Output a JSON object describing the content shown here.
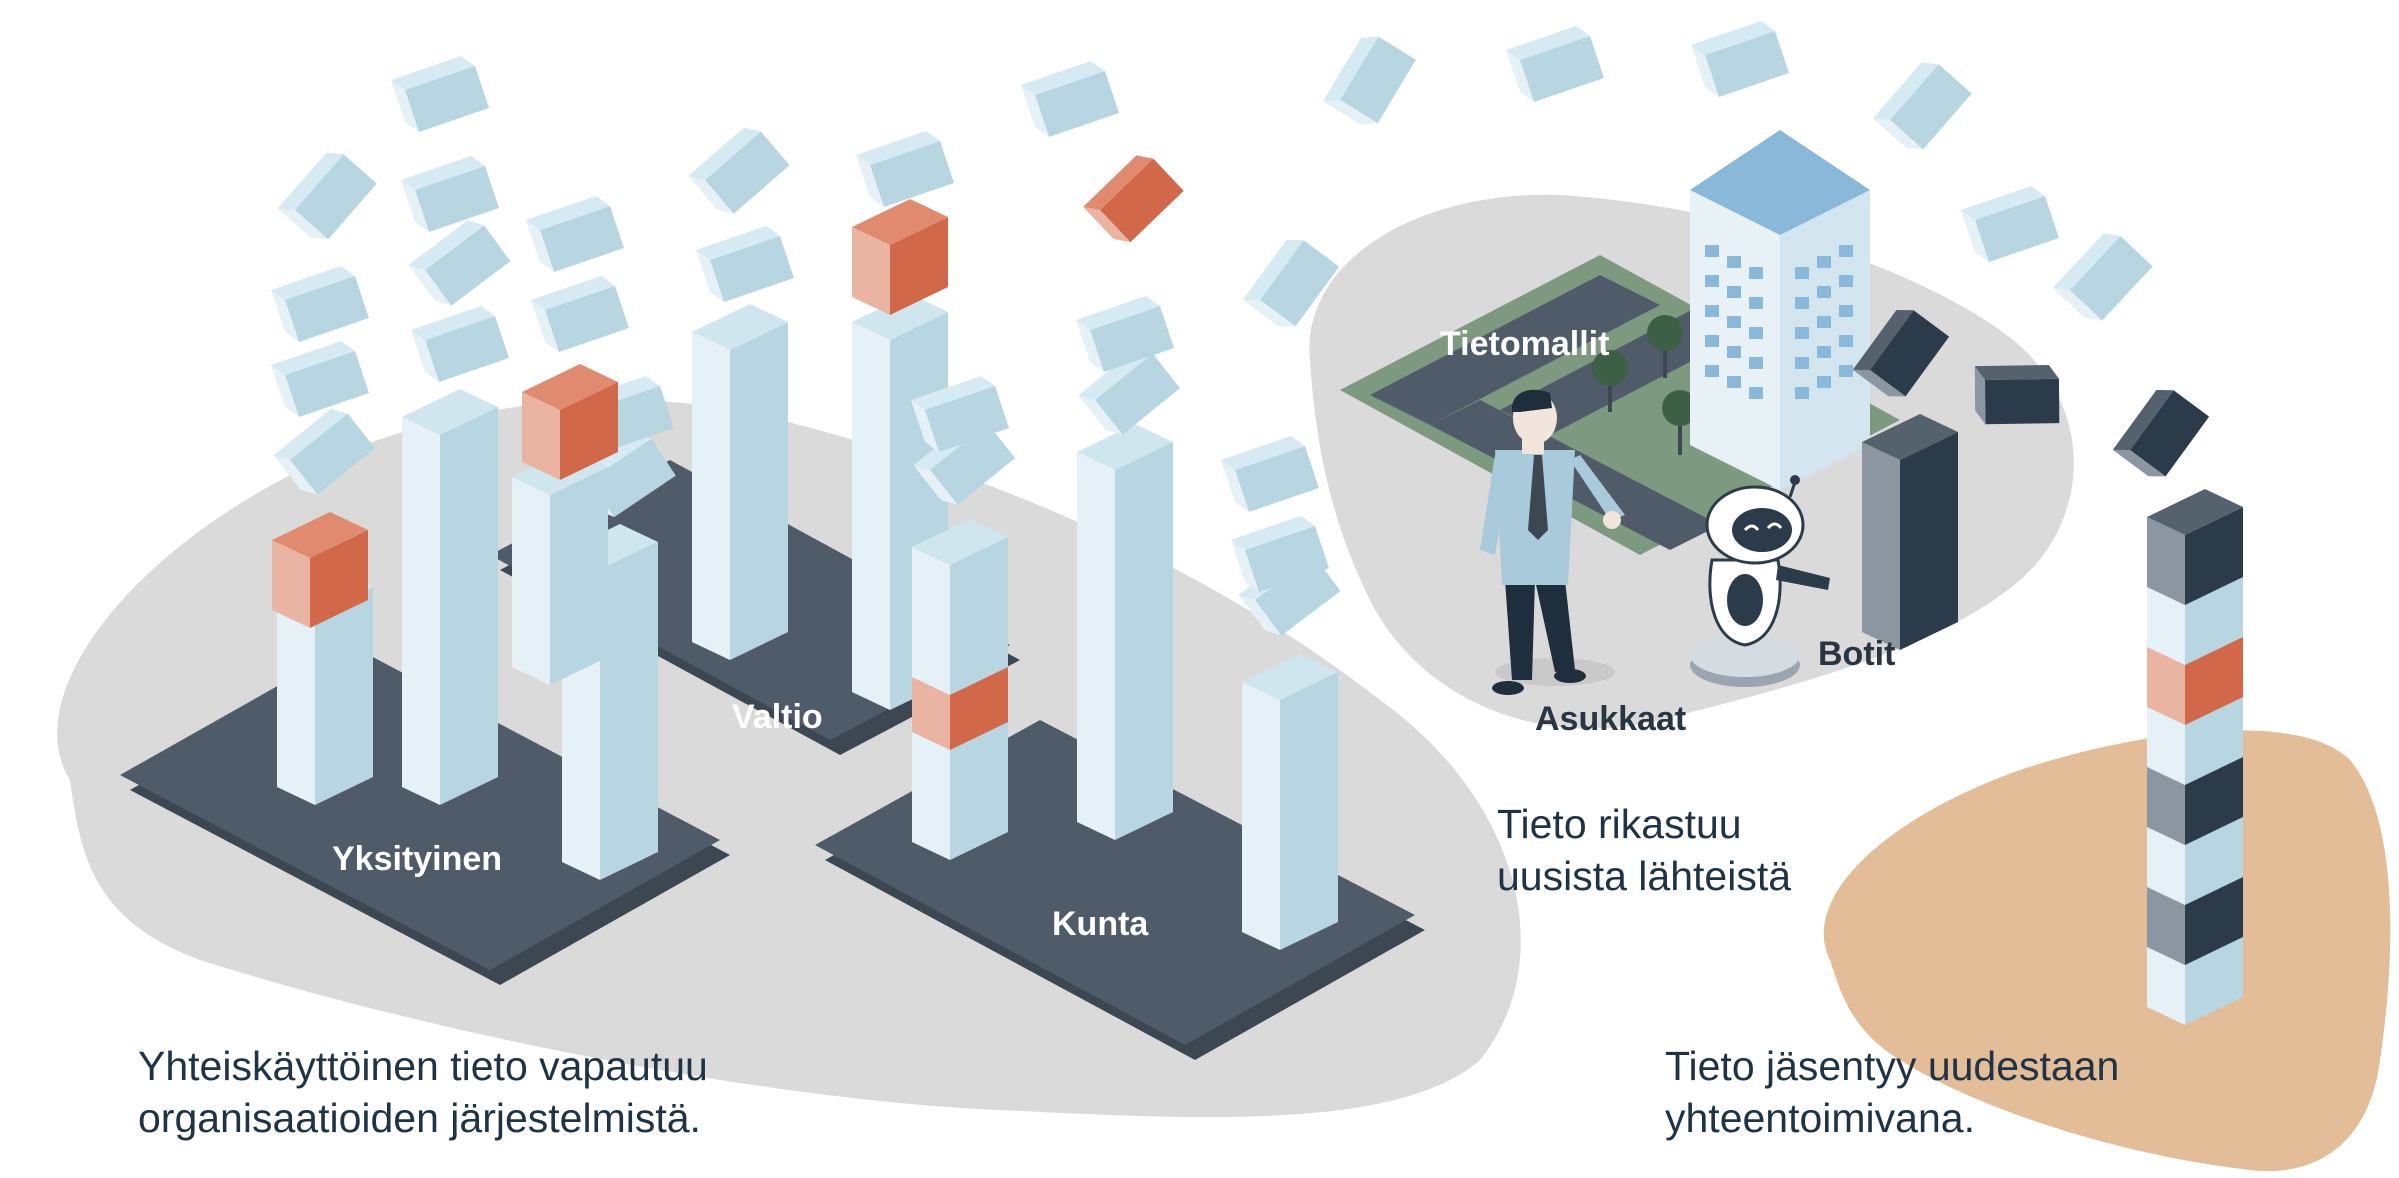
{
  "labels": {
    "yksityinen": "Yksityinen",
    "valtio": "Valtio",
    "kunta": "Kunta",
    "tietomallit": "Tietomallit",
    "asukkaat": "Asukkaat",
    "botit": "Botit"
  },
  "captions": {
    "left": [
      "Yhteiskäyttöinen tieto vapautuu",
      "organisaatioiden järjestelmistä."
    ],
    "middle": [
      "Tieto rikastuu",
      "uusista lähteistä"
    ],
    "right": [
      "Tieto jäsentyy uudestaan",
      "yhteentoimivana."
    ]
  },
  "colors": {
    "block_light": "#b7d6e2",
    "block_orange": "#d2684a",
    "block_dark": "#2c3b49",
    "platform": "#4f5b68",
    "blob_gray": "#dadada",
    "blob_tan": "#e2bd98",
    "text": "#1f3347"
  }
}
